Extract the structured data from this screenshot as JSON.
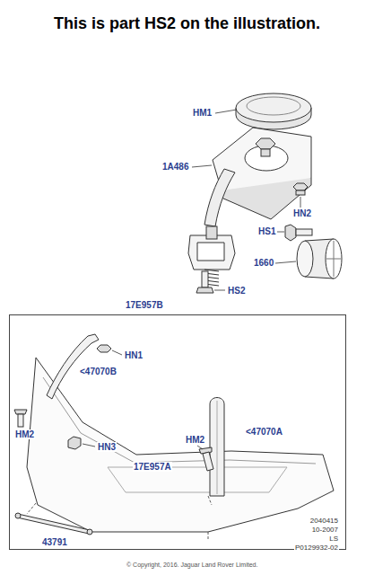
{
  "diagram": {
    "title": "This is part HS2 on the illustration.",
    "nodes": [
      {
        "text": [
          "17E957B"
        ]
      }
    ],
    "labels": [
      "HM1",
      "1A486",
      "HN2",
      "HS1",
      "1660",
      "HS2",
      "HN1",
      "<47070B",
      "HM2",
      "HN3",
      "HM2",
      "<47070A",
      "17E957A",
      "43791",
      "2040415",
      "10-2007",
      "LS",
      "P0129932-02",
      "© Copyright, 2016. Jaguar Land Rover Limited."
    ]
  }
}
